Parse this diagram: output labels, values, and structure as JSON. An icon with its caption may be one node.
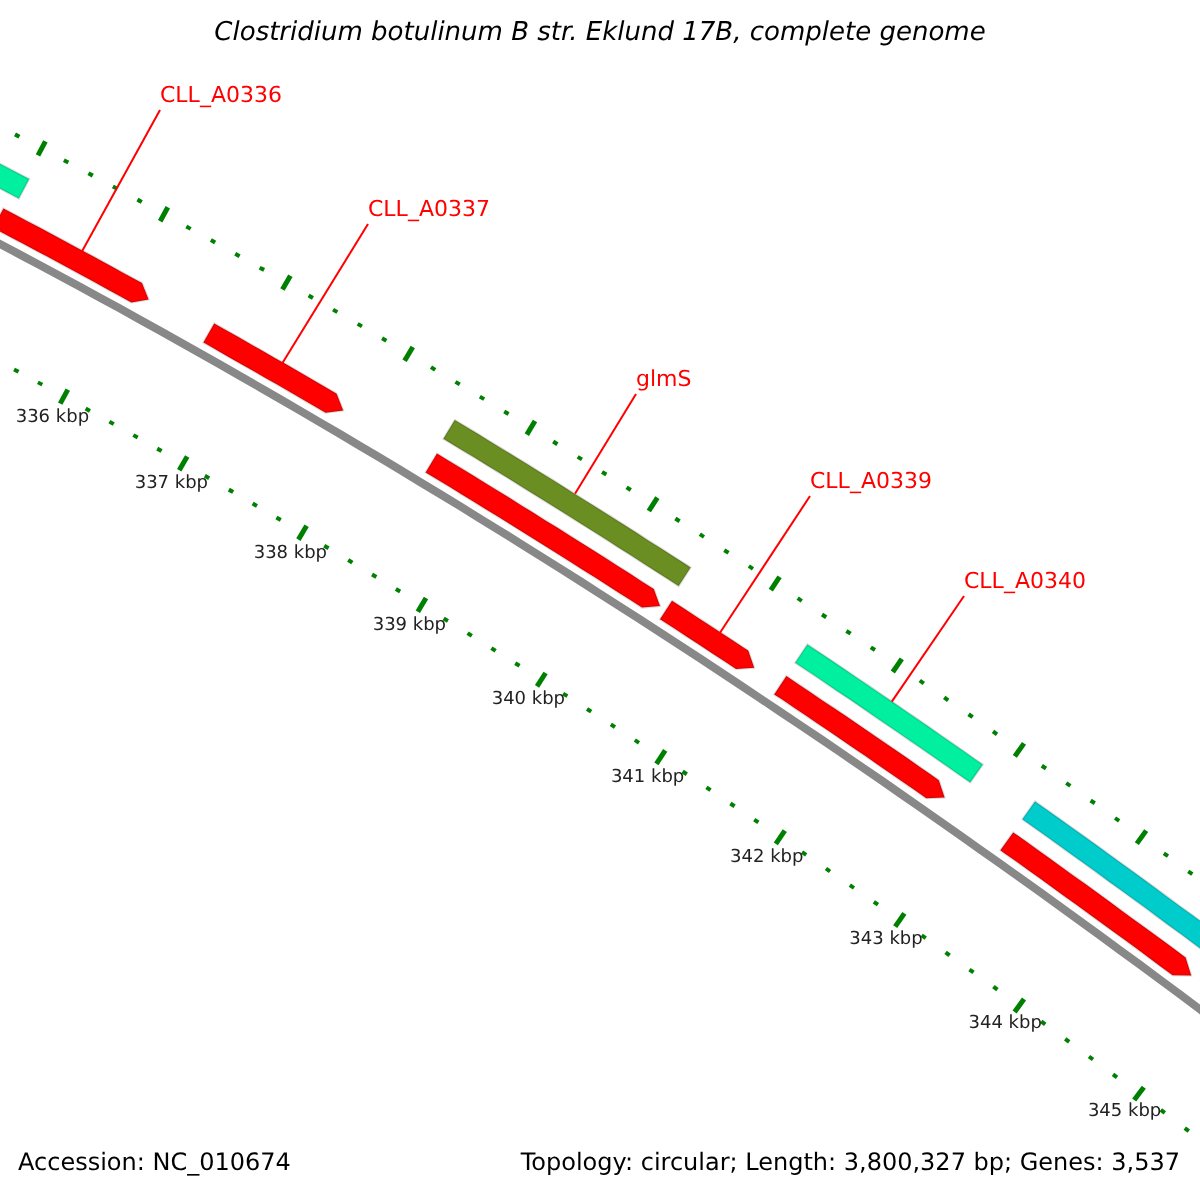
{
  "diagram": {
    "title": "Clostridium botulinum B str. Eklund 17B, complete genome",
    "nodes": [
      {
        "text": [
          "CLL_A0336"
        ]
      },
      {
        "text": [
          "CLL_A0337"
        ]
      },
      {
        "text": [
          "glmS"
        ]
      },
      {
        "text": [
          "CLL_A0339"
        ]
      },
      {
        "text": [
          "CLL_A0340"
        ]
      },
      {
        "text": [],
        "shape": "bar"
      },
      {
        "text": [],
        "shape": "arrow"
      },
      {
        "text": [],
        "shape": "arrow"
      },
      {
        "text": [],
        "shape": "bar"
      },
      {
        "text": [],
        "shape": "arrow"
      },
      {
        "text": [],
        "shape": "arrow"
      },
      {
        "text": [],
        "shape": "arrow"
      },
      {
        "text": [],
        "shape": "bar"
      },
      {
        "text": [],
        "shape": "arrow"
      },
      {
        "text": [],
        "shape": "bar"
      }
    ],
    "edges": [
      {
        "from": 0,
        "to": 6,
        "arrow": "none"
      },
      {
        "from": 1,
        "to": 7,
        "arrow": "none"
      },
      {
        "from": 2,
        "to": 8,
        "arrow": "none"
      },
      {
        "from": 3,
        "to": 10,
        "arrow": "none"
      },
      {
        "from": 4,
        "to": 12,
        "arrow": "none"
      }
    ],
    "labels": [
      "336 kbp",
      "337 kbp",
      "338 kbp",
      "339 kbp",
      "340 kbp",
      "341 kbp",
      "342 kbp",
      "343 kbp",
      "344 kbp",
      "345 kbp",
      "Accession: NC_010674",
      "Topology: circular; Length: 3,800,327 bp; Genes: 3,537"
    ]
  }
}
